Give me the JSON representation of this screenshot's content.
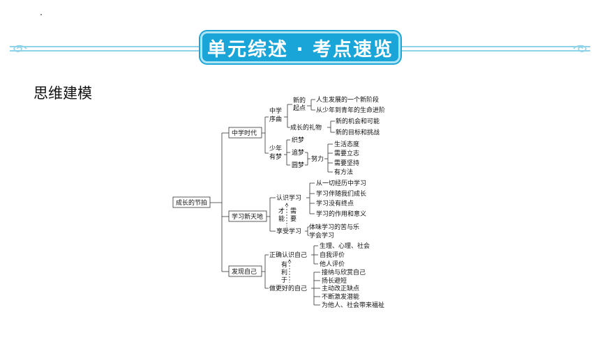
{
  "header": {
    "title": "单元综述 · 考点速览",
    "subtitle": "思维建模"
  },
  "colors": {
    "banner": "#1aa5d9",
    "banner_border": "#aee3f3",
    "line": "#8ed3ea"
  },
  "mindmap": {
    "root": "成长的节拍",
    "b1": {
      "label": "中学时代",
      "s1": {
        "label": [
          "中学",
          "序曲"
        ],
        "n1": {
          "label": [
            "新的",
            "起点"
          ],
          "items": [
            "人生发展的一个新阶段",
            "从少年到青年的生命进阶"
          ]
        },
        "n2": {
          "label": "成长的礼物",
          "items": [
            "新的机会和可能",
            "新的目标和挑战"
          ]
        }
      },
      "s2": {
        "label": [
          "少年",
          "有梦"
        ],
        "dreams": [
          "织梦",
          "追梦",
          "圆梦"
        ],
        "effort": "努力",
        "items": [
          "生活态度",
          "需要立志",
          "需要坚持",
          "有方法"
        ]
      }
    },
    "b2": {
      "label": "学习新天地",
      "s1": {
        "label": "认识学习",
        "items": [
          "从一切经历中学习",
          "学习伴随我们成长",
          "学习没有终点",
          "学习的作用和意义"
        ]
      },
      "vertical1": [
        "才",
        "能"
      ],
      "vertical2": [
        "需",
        "要"
      ],
      "s2": {
        "label": "享受学习",
        "items": [
          "体味学习的苦与乐",
          "学会学习"
        ]
      }
    },
    "b3": {
      "label": "发现自己",
      "s1": {
        "label": "正确认识自己",
        "items": [
          "生理、心理、社会",
          "自我评价",
          "他人评价"
        ]
      },
      "vertical": [
        "有",
        "利",
        "于"
      ],
      "s2": {
        "label": "做更好的自己",
        "items": [
          "接纳与欣赏自己",
          "扬长避短",
          "主动改正缺点",
          "不断激发潜能",
          "为他人、社会带来福祉"
        ]
      }
    }
  }
}
